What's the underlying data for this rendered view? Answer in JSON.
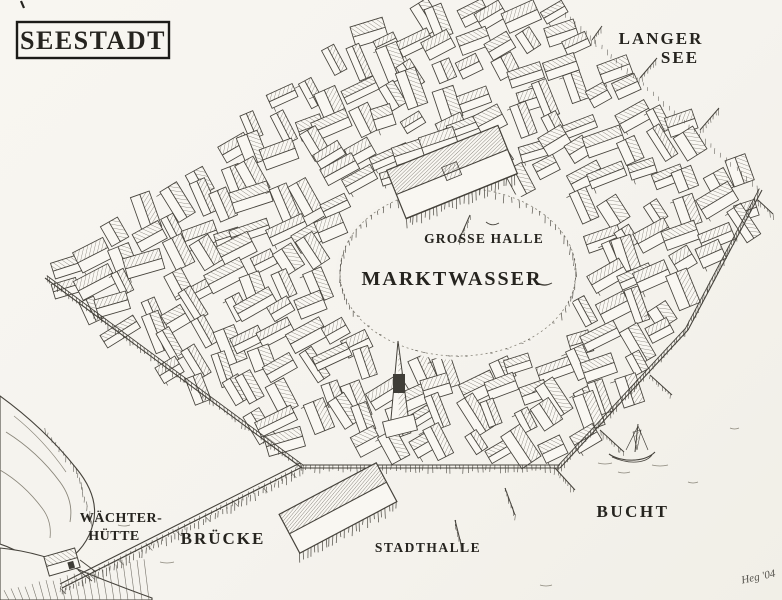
{
  "map": {
    "title": "SEESTADT",
    "labels": {
      "lake_line1": "LANGER",
      "lake_line2": "SEE",
      "great_hall": "GROSSE HALLE",
      "market_pool": "MARKTWASSER",
      "guard_hut_line1": "WÄCHTER-",
      "guard_hut_line2": "HÜTTE",
      "bridge": "BRÜCKE",
      "town_hall": "STADTHALLE",
      "bay": "BUCHT"
    },
    "artist_signature": "Heg '04",
    "colors": {
      "paper": "#f5f3ee",
      "house_fill": "#f9f7f2",
      "ink": "#45423b",
      "ink_dark": "#26241f",
      "ink_light": "#8a867a",
      "hatch": "#57534a"
    }
  }
}
